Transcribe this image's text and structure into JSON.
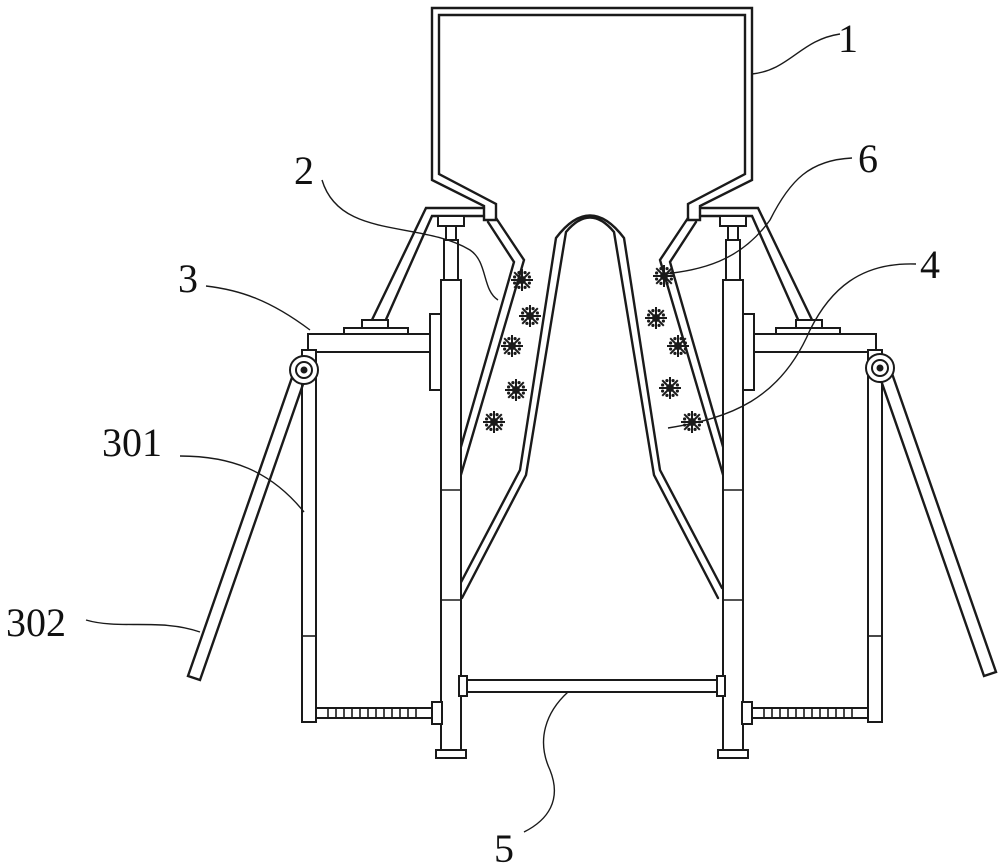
{
  "labels": {
    "hopper": "1",
    "left_guide": "2",
    "left_frame": "3",
    "left_hinge_link": "301",
    "left_support_leg": "302",
    "right_guide": "4",
    "lower_crossbar": "5",
    "spray_nozzles": "6"
  },
  "colors": {
    "line": "#1a1a1a",
    "background": "#ffffff"
  }
}
